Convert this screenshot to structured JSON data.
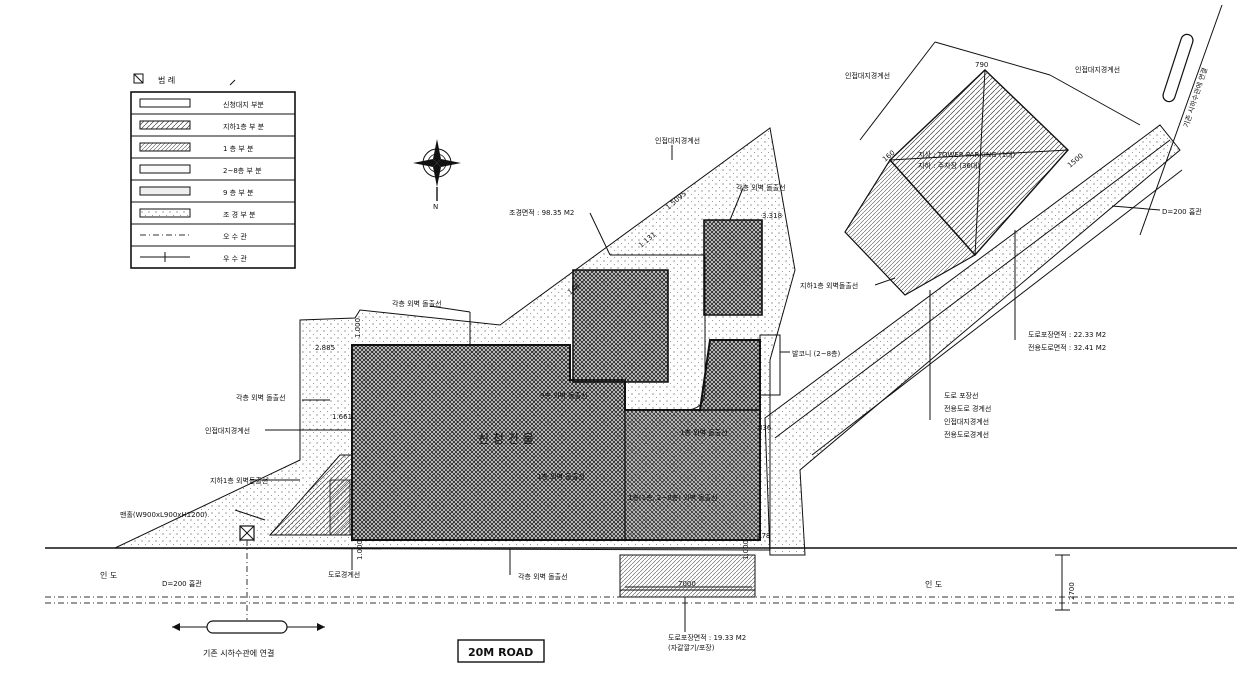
{
  "legend": {
    "title": "범 례",
    "items": [
      "신청대지 부분",
      "지하1층 부 분",
      "1 층 부 분",
      "2~8층 부 분",
      "9 층 부 분",
      "조 경 부 분",
      "오 수 관",
      "우 수 관"
    ]
  },
  "labels": {
    "adjacent_boundary_1": "인접대지경계선",
    "adjacent_boundary_2": "인접대지경계선",
    "adjacent_boundary_3": "인접대지경계선",
    "adjacent_boundary_4": "인접대지경계선",
    "landscape_area": "조경면적 : 98.35 M2",
    "floor_wall_a": "각층 외벽 돌출선",
    "floor_wall_b": "각층 외벽 돌출선",
    "floor_wall_c": "각층 외벽 돌출선",
    "floor_wall_d": "각층 외벽 돌출선",
    "basement_wall": "지하1층 외벽돌출선",
    "basement_wall_2": "지하1층 외벽돌출선",
    "balcony": "발코니 (2~8층)",
    "ninth_wall": "9층 외벽 돌출선",
    "first_wall": "1층 외벽 돌출선",
    "first_wall_2": "1층 외벽 돌출선",
    "floor_2_8": "1층(1층, 2~8층) 외벽 돌출선",
    "building_name": "신 청 건 물",
    "manhole": "맨홀(W900xL900xH1200)",
    "road_boundary": "도로경계선",
    "sidewalk_left": "인 도",
    "sidewalk_right": "인 도",
    "pipe_d200_left": "D=200 흄관",
    "pipe_d200_right": "D=200 흄관",
    "connect_sewer_left": "기존 시하수관에 연결",
    "connect_sewer_right": "기존 시하수관에 연결",
    "road": "20M ROAD",
    "road_paving": "도로포장면적 : 19.33 M2",
    "road_paving_sub": "(자갈깔기/포장)",
    "tower_parking": "지상 : TOWER PARKING (1대)",
    "tower_parking_sub": "지하 : 주차장 (36대)",
    "curb_line": "도로 포장선",
    "road_boundary_2": "전용도로 경계선",
    "adjacent_line_2": "인접대지경계선",
    "road_boundary_3": "전용도로경계선",
    "road_paving_area": "도로포장면적 : 22.33 M2",
    "private_road_area": "전용도로면적 : 32.41 M2",
    "dim_7000": "7000",
    "dim_2700": "2700",
    "dim_2885": "2.885",
    "dim_1661": "1.661",
    "dim_1000_left": "1.000",
    "dim_1000_right": "1.000",
    "dim_478": "478",
    "dim_836": "836",
    "dim_3318": "3.318",
    "dim_1500": "1.5095",
    "dim_1131": "1.131",
    "dim_148": "148",
    "dim_1500b": "1.000",
    "dim_790": "790",
    "dim_160": "160",
    "dim_1500c": "1500",
    "north": "N"
  }
}
